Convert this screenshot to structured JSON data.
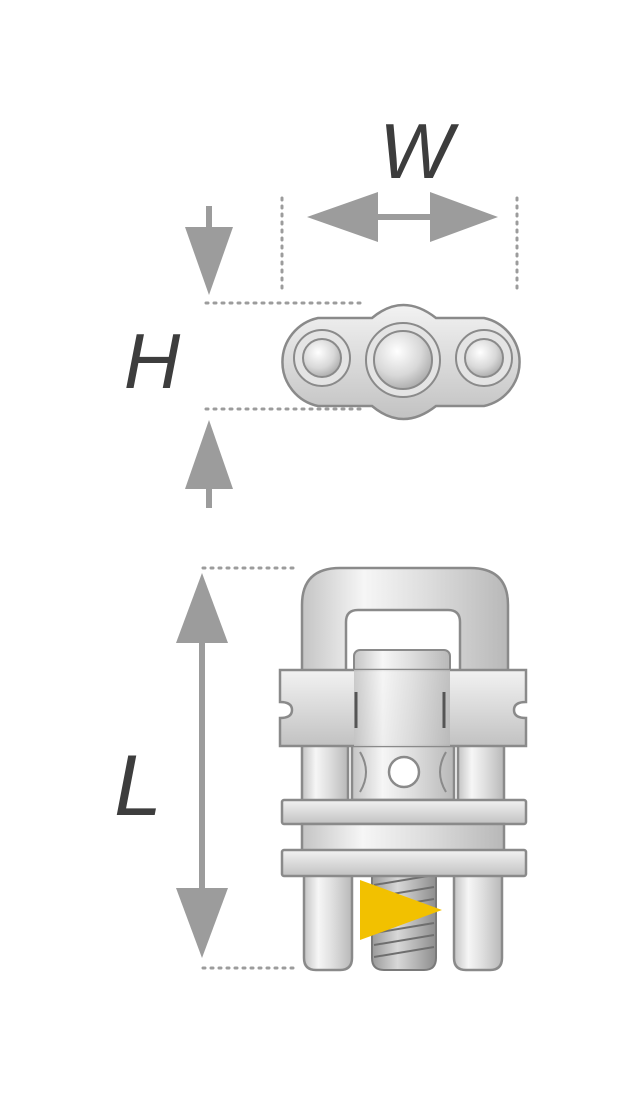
{
  "labels": {
    "width": "W",
    "height": "H",
    "length": "L"
  },
  "colors": {
    "arrow": "#9c9c9c",
    "dotted_line": "#9c9c9c",
    "label": "#3d3d3d",
    "metal_outline": "#8a8a8a",
    "metal_light": "#f4f4f4",
    "metal_mid": "#d6d6d6",
    "metal_dark": "#b4b4b4",
    "marker": "#f2c100"
  },
  "icons": {
    "top_view": "expander-top-view",
    "side_view": "expander-side-view",
    "direction_marker": "yellow-triangle-marker"
  }
}
